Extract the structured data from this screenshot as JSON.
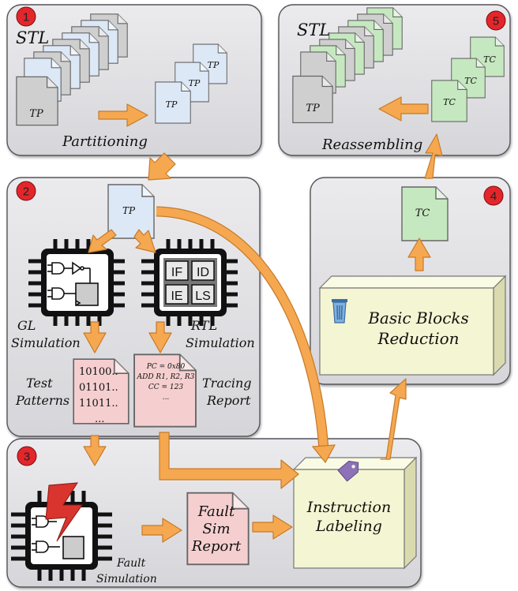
{
  "colors": {
    "panel_fill": "#e3e3e6",
    "panel_stroke": "#55555a",
    "badge": "#e3262b",
    "arrow": "#f5a84f",
    "doc_blue": "#dde8f7",
    "doc_green": "#c6e8c0",
    "doc_pink": "#f5cfd0",
    "doc_gray": "#cfcfcf",
    "box_yellow": "#f4f5d2"
  },
  "panel1": {
    "badge": "1",
    "title": "STL",
    "doc_label": "TP",
    "caption": "Partitioning",
    "parts": [
      "TP",
      "TP",
      "TP"
    ]
  },
  "panel5": {
    "badge": "5",
    "title": "STL",
    "doc_label": "TP",
    "caption": "Reassembling",
    "parts": [
      "TC",
      "TC",
      "TC"
    ]
  },
  "panel2": {
    "badge": "2",
    "input_doc": "TP",
    "chip_rtl_cells": [
      "IF",
      "ID",
      "IE",
      "LS"
    ],
    "gl_caption": [
      "GL",
      "Simulation"
    ],
    "rtl_caption": [
      "RTL",
      "Simulation"
    ],
    "patterns_caption": [
      "Test",
      "Patterns"
    ],
    "patterns_lines": [
      "10100..",
      "01101..",
      "11011..",
      "..."
    ],
    "trace_caption": [
      "Tracing",
      "Report"
    ],
    "trace_lines": [
      "PC = 0x80",
      "ADD R1, R2, R3",
      "CC = 123",
      "..."
    ]
  },
  "panel4": {
    "badge": "4",
    "output_doc": "TC",
    "box_lines": [
      "Basic Blocks",
      "Reduction"
    ],
    "icon": "trash-bin-icon"
  },
  "panel3": {
    "badge": "3",
    "fault_caption": [
      "Fault",
      "Simulation"
    ],
    "report_lines": [
      "Fault",
      "Sim",
      "Report"
    ],
    "labeling_lines": [
      "Instruction",
      "Labeling"
    ],
    "icon": "tag-icon"
  }
}
